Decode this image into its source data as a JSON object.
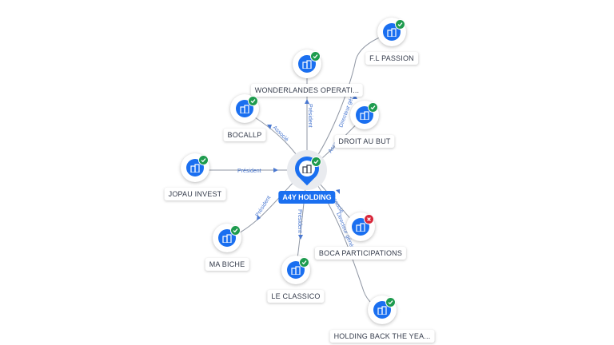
{
  "center": {
    "label": "A4Y HOLDING",
    "status": "active"
  },
  "nodes": [
    {
      "id": "fl-passion",
      "label": "F.L PASSION",
      "status": "active"
    },
    {
      "id": "wonderlandes",
      "label": "WONDERLANDES OPERATI...",
      "status": "active"
    },
    {
      "id": "bocallp",
      "label": "BOCALLP",
      "status": "active"
    },
    {
      "id": "droit-au-but",
      "label": "DROIT AU BUT",
      "status": "active"
    },
    {
      "id": "jopau-invest",
      "label": "JOPAU INVEST",
      "status": "active"
    },
    {
      "id": "ma-biche",
      "label": "MA BICHE",
      "status": "active"
    },
    {
      "id": "le-classico",
      "label": "LE CLASSICO",
      "status": "active"
    },
    {
      "id": "boca-participations",
      "label": "BOCA PARTICIPATIONS",
      "status": "closed"
    },
    {
      "id": "holding-back",
      "label": "HOLDING BACK THE YEA...",
      "status": "active"
    }
  ],
  "edges": [
    {
      "to": "fl-passion",
      "label": "Directeur géné..."
    },
    {
      "to": "wonderlandes",
      "label": "Président"
    },
    {
      "to": "bocallp",
      "label": "Associé"
    },
    {
      "to": "droit-au-but",
      "label": "Associé"
    },
    {
      "to": "jopau-invest",
      "label": "Président"
    },
    {
      "to": "ma-biche",
      "label": "Président"
    },
    {
      "to": "le-classico",
      "label": "Président"
    },
    {
      "to": "boca-participations",
      "label": "Associé"
    },
    {
      "to": "holding-back",
      "label": "Directeur général"
    }
  ],
  "colors": {
    "accent": "#1a6ff0",
    "edge": "#8f96a3",
    "edge_label": "#4a78d0",
    "active": "#1e9b4e",
    "closed": "#d8263a"
  },
  "icons": {
    "company": "building-icon",
    "active": "check-icon",
    "closed": "cross-icon"
  }
}
